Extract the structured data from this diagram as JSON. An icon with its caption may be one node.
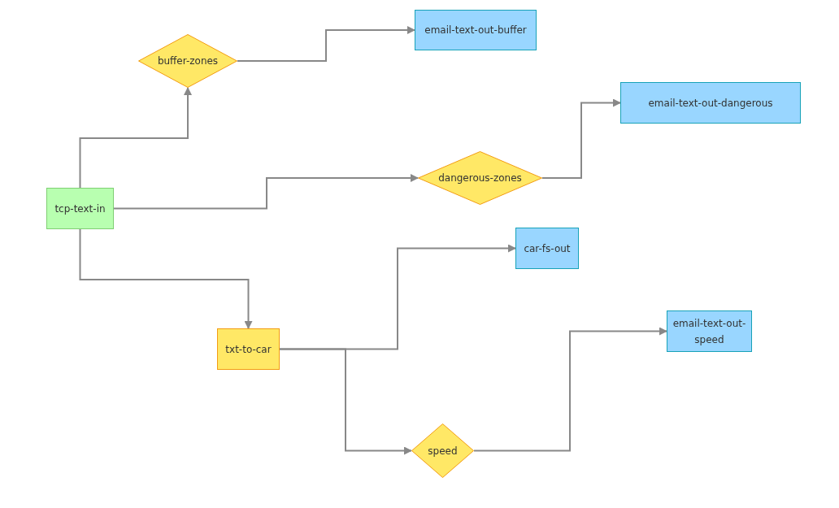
{
  "diagram": {
    "nodes": [
      {
        "text": [
          "tcp-text-in"
        ]
      },
      {
        "text": [
          "buffer-zones"
        ]
      },
      {
        "text": [
          "email-text-out-buffer"
        ]
      },
      {
        "text": [
          "dangerous-zones"
        ]
      },
      {
        "text": [
          "email-text-out-dangerous"
        ]
      },
      {
        "text": [
          "txt-to-car"
        ]
      },
      {
        "text": [
          "car-fs-out"
        ]
      },
      {
        "text": [
          "speed"
        ]
      },
      {
        "text": [
          "email-text-out-speed"
        ]
      }
    ],
    "edges": [
      {
        "from": 0,
        "to": 1,
        "arrow": "to"
      },
      {
        "from": 1,
        "to": 2,
        "arrow": "to"
      },
      {
        "from": 0,
        "to": 3,
        "arrow": "to"
      },
      {
        "from": 3,
        "to": 4,
        "arrow": "to"
      },
      {
        "from": 0,
        "to": 5,
        "arrow": "to"
      },
      {
        "from": 5,
        "to": 6,
        "arrow": "to"
      },
      {
        "from": 5,
        "to": 7,
        "arrow": "to"
      },
      {
        "from": 7,
        "to": 8,
        "arrow": "to"
      }
    ]
  }
}
